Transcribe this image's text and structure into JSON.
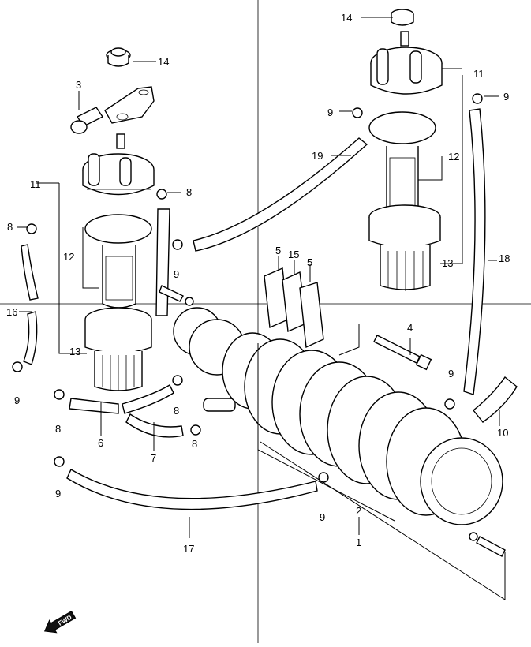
{
  "callouts": [
    {
      "id": "c14a",
      "text": "14"
    },
    {
      "id": "c14b",
      "text": "14"
    },
    {
      "id": "c3",
      "text": "3"
    },
    {
      "id": "c11a",
      "text": "11"
    },
    {
      "id": "c11b",
      "text": "11"
    },
    {
      "id": "c9a",
      "text": "9"
    },
    {
      "id": "c9b",
      "text": "9"
    },
    {
      "id": "c9c",
      "text": "9"
    },
    {
      "id": "c9d",
      "text": "9"
    },
    {
      "id": "c9e",
      "text": "9"
    },
    {
      "id": "c9f",
      "text": "9"
    },
    {
      "id": "c9g",
      "text": "9"
    },
    {
      "id": "c19",
      "text": "19"
    },
    {
      "id": "c12a",
      "text": "12"
    },
    {
      "id": "c12b",
      "text": "12"
    },
    {
      "id": "c8a",
      "text": "8"
    },
    {
      "id": "c8b",
      "text": "8"
    },
    {
      "id": "c8c",
      "text": "8"
    },
    {
      "id": "c8d",
      "text": "8"
    },
    {
      "id": "c8e",
      "text": "8"
    },
    {
      "id": "c13a",
      "text": "13"
    },
    {
      "id": "c13b",
      "text": "13"
    },
    {
      "id": "c18",
      "text": "18"
    },
    {
      "id": "c5a",
      "text": "5"
    },
    {
      "id": "c5b",
      "text": "5"
    },
    {
      "id": "c15",
      "text": "15"
    },
    {
      "id": "c16",
      "text": "16"
    },
    {
      "id": "c4",
      "text": "4"
    },
    {
      "id": "c6",
      "text": "6"
    },
    {
      "id": "c7",
      "text": "7"
    },
    {
      "id": "c10",
      "text": "10"
    },
    {
      "id": "c2",
      "text": "2"
    },
    {
      "id": "c1",
      "text": "1"
    },
    {
      "id": "c17",
      "text": "17"
    }
  ],
  "fwd_label": "FWD"
}
